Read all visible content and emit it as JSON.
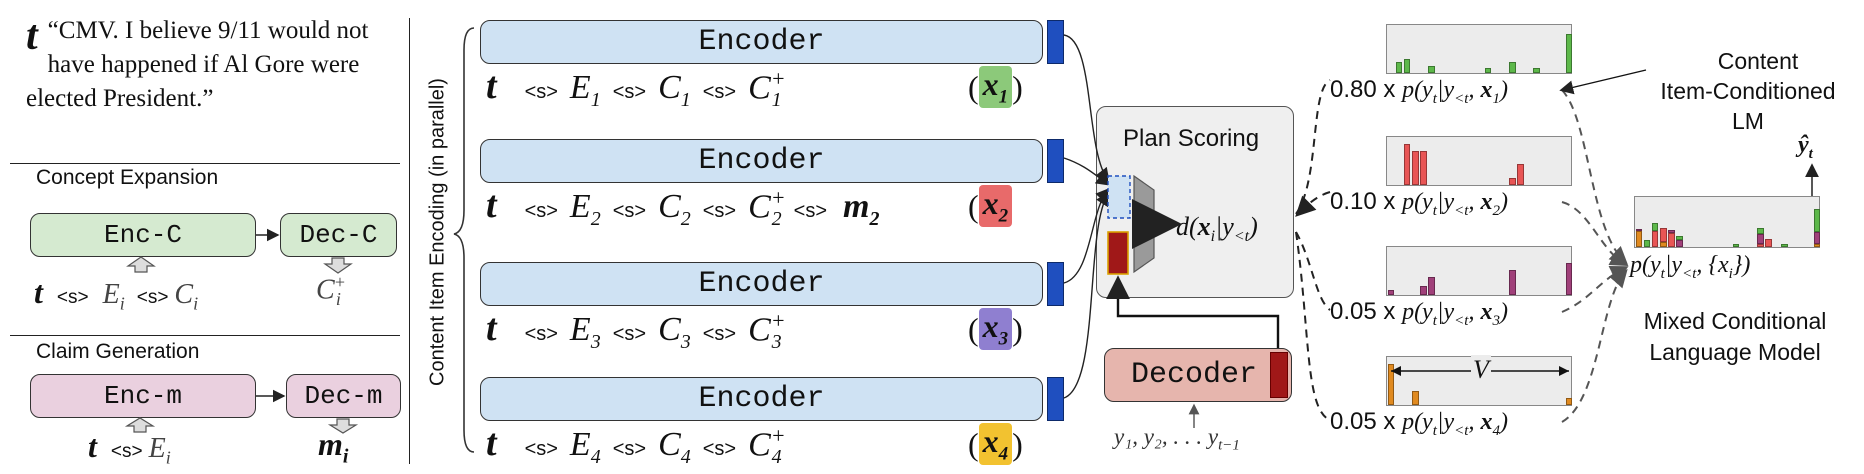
{
  "input_text": {
    "symbol": "t",
    "quote": "“CMV. I believe 9/11 would not have happened if Al Gore were elected President.”"
  },
  "concept_expansion": {
    "title": "Concept Expansion",
    "encoder_label": "Enc-C",
    "decoder_label": "Dec-C",
    "input_t": "t",
    "input_s1": "<s>",
    "input_e": "E",
    "input_e_sub": "i",
    "input_s2": "<s>",
    "input_c": "C",
    "input_c_sub": "i",
    "output_c": "C",
    "output_c_sub": "i",
    "output_c_sup": "+"
  },
  "claim_generation": {
    "title": "Claim Generation",
    "encoder_label": "Enc-m",
    "decoder_label": "Dec-m",
    "input_t": "t",
    "input_s": "<s>",
    "input_e": "E",
    "input_e_sub": "i",
    "output_m": "m",
    "output_m_sub": "i"
  },
  "encoding_side_label": "Content Item Encoding (in parallel)",
  "encoders": [
    {
      "label": "Encoder",
      "tokens": [
        {
          "t": "t"
        },
        {
          "s": "<s>"
        },
        {
          "v": "E",
          "sub": "1"
        },
        {
          "s": "<s>"
        },
        {
          "v": "C",
          "sub": "1"
        },
        {
          "s": "<s>"
        },
        {
          "v": "C",
          "sub": "1",
          "sup": "+"
        }
      ],
      "x_label": "x",
      "x_sub": "1",
      "x_color": "#8cc97a"
    },
    {
      "label": "Encoder",
      "tokens": [
        {
          "t": "t"
        },
        {
          "s": "<s>"
        },
        {
          "v": "E",
          "sub": "2"
        },
        {
          "s": "<s>"
        },
        {
          "v": "C",
          "sub": "2"
        },
        {
          "s": "<s>"
        },
        {
          "v": "C",
          "sub": "2",
          "sup": "+"
        },
        {
          "s": "<s>"
        },
        {
          "m": "m",
          "sub": "2"
        }
      ],
      "x_label": "x",
      "x_sub": "2",
      "x_color": "#e86a6a"
    },
    {
      "label": "Encoder",
      "tokens": [
        {
          "t": "t"
        },
        {
          "s": "<s>"
        },
        {
          "v": "E",
          "sub": "3"
        },
        {
          "s": "<s>"
        },
        {
          "v": "C",
          "sub": "3"
        },
        {
          "s": "<s>"
        },
        {
          "v": "C",
          "sub": "3",
          "sup": "+"
        }
      ],
      "x_label": "x",
      "x_sub": "3",
      "x_color": "#8f7fd0"
    },
    {
      "label": "Encoder",
      "tokens": [
        {
          "t": "t"
        },
        {
          "s": "<s>"
        },
        {
          "v": "E",
          "sub": "4"
        },
        {
          "s": "<s>"
        },
        {
          "v": "C",
          "sub": "4"
        },
        {
          "s": "<s>"
        },
        {
          "v": "C",
          "sub": "4",
          "sup": "+"
        }
      ],
      "x_label": "x",
      "x_sub": "4",
      "x_color": "#f2c230"
    }
  ],
  "plan_scoring": {
    "title": "Plan Scoring",
    "score_fn": "d(",
    "score_x": "x",
    "score_x_sub": "i",
    "score_rest": "|y",
    "score_rest_sub": "<t",
    "score_close": ")"
  },
  "decoder": {
    "label": "Decoder",
    "inputs": "y₁, y₂, . . . y",
    "inputs_sub": "t−1"
  },
  "distributions": [
    {
      "weight": "0.80",
      "x": "x",
      "x_sub": "1",
      "color": "#5db84a",
      "values": [
        0.0,
        0.25,
        0.3,
        0.0,
        0.0,
        0.15,
        0.0,
        0.0,
        0.0,
        0.0,
        0.0,
        0.0,
        0.1,
        0.0,
        0.0,
        0.25,
        0.0,
        0.0,
        0.1,
        0.0,
        0.0,
        0.0,
        0.85
      ]
    },
    {
      "weight": "0.10",
      "x": "x",
      "x_sub": "2",
      "color": "#e85555",
      "values": [
        0.0,
        0.0,
        0.9,
        0.75,
        0.75,
        0.0,
        0.0,
        0.0,
        0.0,
        0.0,
        0.0,
        0.0,
        0.0,
        0.0,
        0.0,
        0.15,
        0.45,
        0.0,
        0.0,
        0.0,
        0.0,
        0.0,
        0.0
      ]
    },
    {
      "weight": "0.05",
      "x": "x",
      "x_sub": "3",
      "color": "#a0407a",
      "values": [
        0.1,
        0.0,
        0.0,
        0.0,
        0.2,
        0.4,
        0.0,
        0.0,
        0.0,
        0.0,
        0.0,
        0.0,
        0.0,
        0.0,
        0.0,
        0.55,
        0.0,
        0.0,
        0.0,
        0.0,
        0.0,
        0.0,
        0.7
      ]
    },
    {
      "weight": "0.05",
      "x": "x",
      "x_sub": "4",
      "color": "#e08a20",
      "values": [
        0.9,
        0.0,
        0.0,
        0.3,
        0.0,
        0.0,
        0.0,
        0.0,
        0.0,
        0.0,
        0.0,
        0.0,
        0.0,
        0.0,
        0.0,
        0.0,
        0.0,
        0.0,
        0.0,
        0.0,
        0.0,
        0.0,
        0.15
      ]
    }
  ],
  "vocab_label": "V",
  "dist_prefix": "x",
  "dist_expr": "p(y",
  "dist_t": "t",
  "dist_mid": "|y",
  "dist_lt": "<t",
  "dist_comma": ", ",
  "dist_close": ")",
  "content_lm_label": [
    "Content",
    "Item-Conditioned LM"
  ],
  "mixed": {
    "expr": "p(y",
    "expr_t": "t",
    "expr_mid": "|y",
    "expr_lt": "<t",
    "expr_set": ", {x",
    "expr_i": "i",
    "expr_end": "})",
    "label": [
      "Mixed Conditional",
      "Language Model"
    ],
    "output": "ŷ",
    "output_sub": "t"
  },
  "colors": {
    "encoder_fill": "#cfe2f3",
    "encoder_tab": "#1f4fbf",
    "enc_c_fill": "#d5ead0",
    "enc_m_fill": "#ead0df",
    "decoder_fill": "#e6b5ad",
    "plan_fill": "#efefef"
  }
}
